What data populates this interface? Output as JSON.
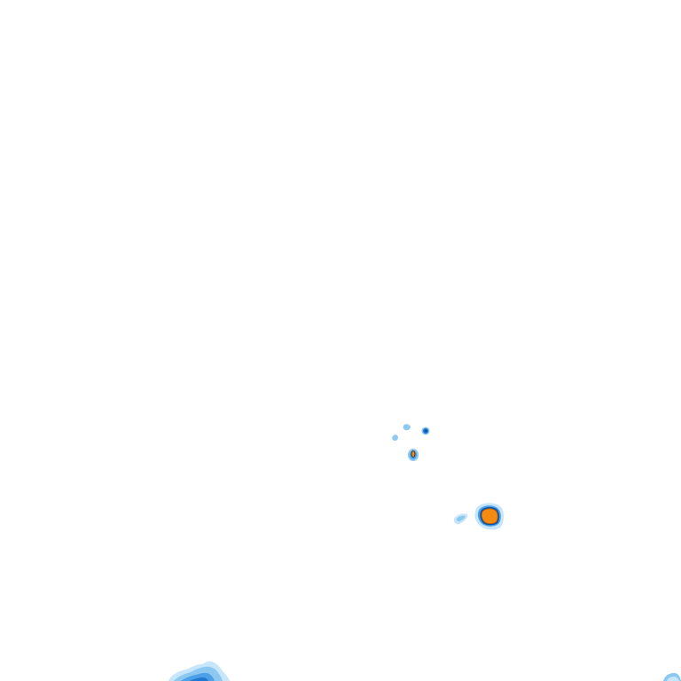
{
  "colors": {
    "background": "#ffffff",
    "very_light": "#c8e6fb",
    "light": "#8cc8f0",
    "medium": "#4da0e6",
    "strong": "#1e78d2",
    "deep": "#0a56a8",
    "core": "#f58a10",
    "core_edge": "#c05a00",
    "dark": "#222222"
  },
  "radar": {
    "legend": "none",
    "labels": "none",
    "cells": [
      {
        "id": "cell-east",
        "intensity": "core"
      },
      {
        "id": "cell-east-fringe",
        "intensity": "light"
      },
      {
        "id": "cell-mid-south",
        "intensity": "core"
      },
      {
        "id": "cell-mid-northeast",
        "intensity": "strong"
      },
      {
        "id": "cell-mid-north",
        "intensity": "light"
      },
      {
        "id": "cell-mid-west",
        "intensity": "light"
      },
      {
        "id": "cell-southwest",
        "intensity": "medium"
      },
      {
        "id": "cell-southeast-edge",
        "intensity": "light"
      }
    ]
  }
}
